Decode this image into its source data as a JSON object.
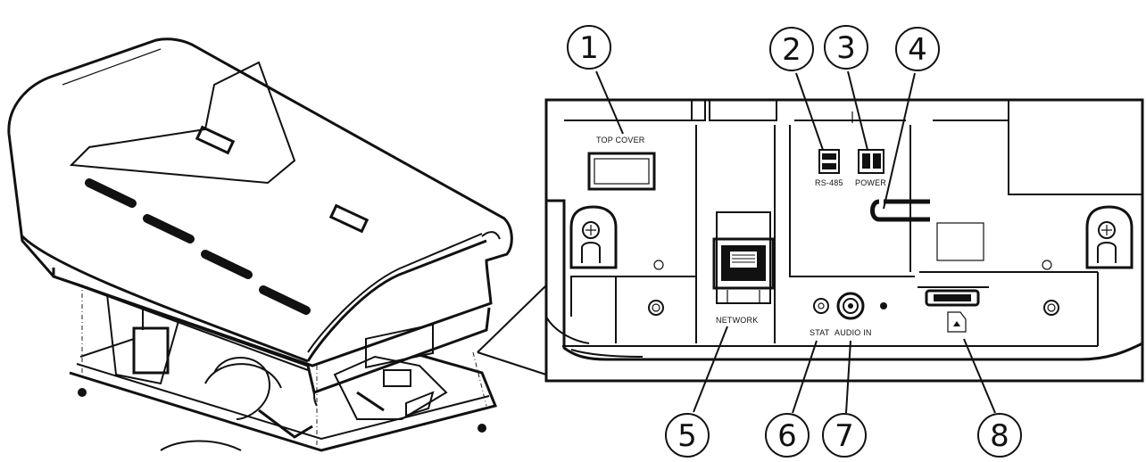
{
  "panel_labels": {
    "top_cover": "TOP COVER",
    "rs485": "RS-485",
    "power": "POWER",
    "network": "NETWORK",
    "stat": "STAT",
    "audio_in": "AUDIO IN"
  },
  "callouts": [
    {
      "id": "callout-1",
      "number": "1"
    },
    {
      "id": "callout-2",
      "number": "2"
    },
    {
      "id": "callout-3",
      "number": "3"
    },
    {
      "id": "callout-4",
      "number": "4"
    },
    {
      "id": "callout-5",
      "number": "5"
    },
    {
      "id": "callout-6",
      "number": "6"
    },
    {
      "id": "callout-7",
      "number": "7"
    },
    {
      "id": "callout-8",
      "number": "8"
    }
  ]
}
